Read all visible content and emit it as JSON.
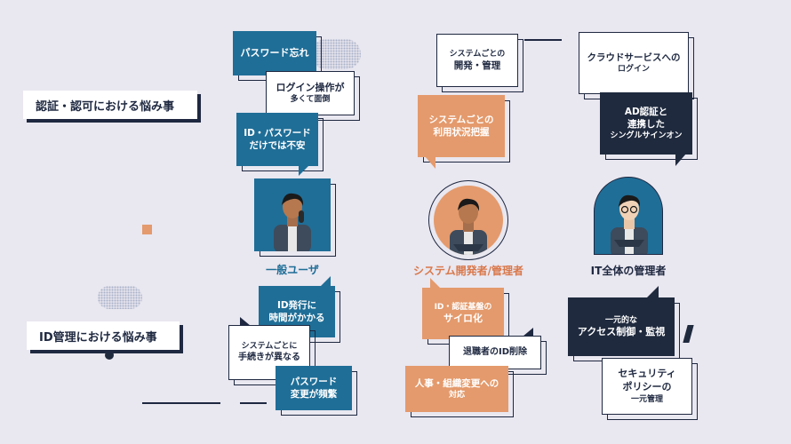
{
  "left_labels": {
    "auth_worries": "認証・認可における悩み事",
    "id_worries": "ID管理における悩み事"
  },
  "roles": {
    "general_user": "一般ユーザ",
    "system_admin": "システム開発者/管理者",
    "it_admin": "IT全体の管理者"
  },
  "top_bubbles": {
    "password_forgot": "パスワード忘れ",
    "login_ops_1": "ログイン操作が",
    "login_ops_2": "多くて面倒",
    "id_password_1": "ID・パスワード",
    "id_password_2": "だけでは不安",
    "sys_dev_1": "システムごとの",
    "sys_dev_2": "開発・管理",
    "sys_usage_1": "システムごとの",
    "sys_usage_2": "利用状況把握",
    "cloud_login_1": "クラウドサービスへの",
    "cloud_login_2": "ログイン",
    "ad_1": "AD認証と",
    "ad_2": "連携した",
    "ad_3": "シングルサインオン"
  },
  "bottom_bubbles": {
    "id_issue_1": "ID発行に",
    "id_issue_2": "時間がかかる",
    "proc_diff_1": "システムごとに",
    "proc_diff_2": "手続きが異なる",
    "pw_change_1": "パスワード",
    "pw_change_2": "変更が頻繁",
    "silo_1": "ID・認証基盤の",
    "silo_2": "サイロ化",
    "retiree": "退職者のID削除",
    "hr_change_1": "人事・組織変更への",
    "hr_change_2": "対応",
    "unified_1": "一元的な",
    "unified_2": "アクセス制御・監視",
    "security_1": "セキュリティ",
    "security_2": "ポリシーの",
    "security_3": "一元管理"
  },
  "colors": {
    "background": "#e9e7f0",
    "navy": "#1f2a3e",
    "blue": "#1f6e97",
    "orange": "#e49a6c"
  }
}
